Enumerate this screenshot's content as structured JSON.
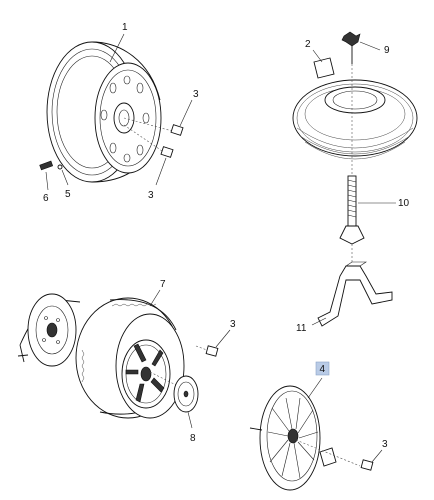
{
  "diagram": {
    "callouts": {
      "c1": "1",
      "c2": "2",
      "c3a": "3",
      "c3b": "3",
      "c3c": "3",
      "c3d": "3",
      "c4": "4",
      "c5": "5",
      "c6": "6",
      "c7": "7",
      "c8": "8",
      "c9": "9",
      "c10": "10",
      "c11": "11"
    },
    "highlighted_callout": "4",
    "highlight_color": "#b9cbe6"
  }
}
